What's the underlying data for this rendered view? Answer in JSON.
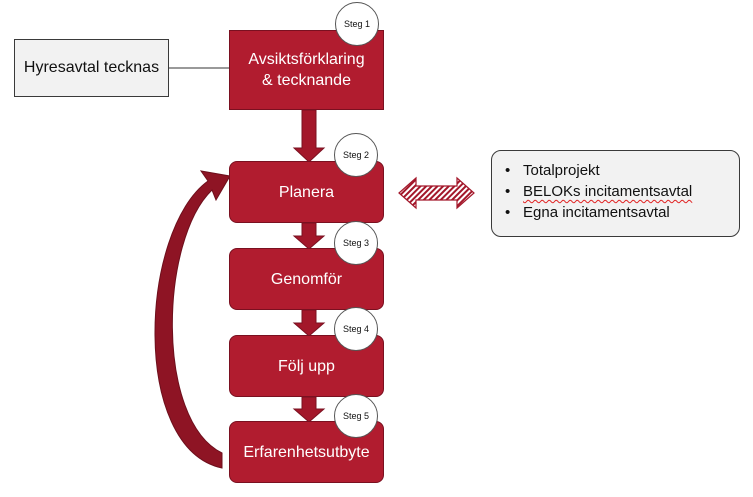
{
  "lease_box": {
    "label": "Hyresavtal tecknas"
  },
  "steps": [
    {
      "badge": "Steg 1",
      "label": "Avsiktsförklaring & tecknande"
    },
    {
      "badge": "Steg 2",
      "label": "Planera"
    },
    {
      "badge": "Steg 3",
      "label": "Genomför"
    },
    {
      "badge": "Steg 4",
      "label": "Följ upp"
    },
    {
      "badge": "Steg 5",
      "label": "Erfarenhetsutbyte"
    }
  ],
  "options": {
    "bullet": "•",
    "items": [
      "Totalprojekt",
      "BELOKs incitamentsavtal",
      "Egna incitamentsavtal"
    ]
  },
  "colors": {
    "step_fill": "#b11c2f",
    "step_border": "#7a1020",
    "arrow_fill": "#a3172a",
    "box_fill": "#f2f2f2"
  }
}
